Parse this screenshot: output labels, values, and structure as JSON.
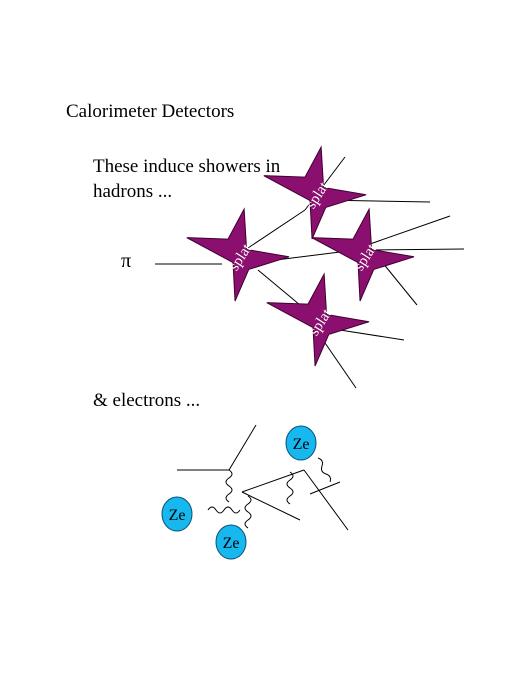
{
  "title": "Calorimeter Detectors",
  "hadrons_text": [
    "These induce showers in",
    "hadrons ..."
  ],
  "pi_label": "π",
  "electrons_text": "& electrons  ...",
  "splat_label": "splat",
  "ze_label": "Ze",
  "colors": {
    "splat": "#8b0f6e",
    "ze": "#17b7f0"
  }
}
